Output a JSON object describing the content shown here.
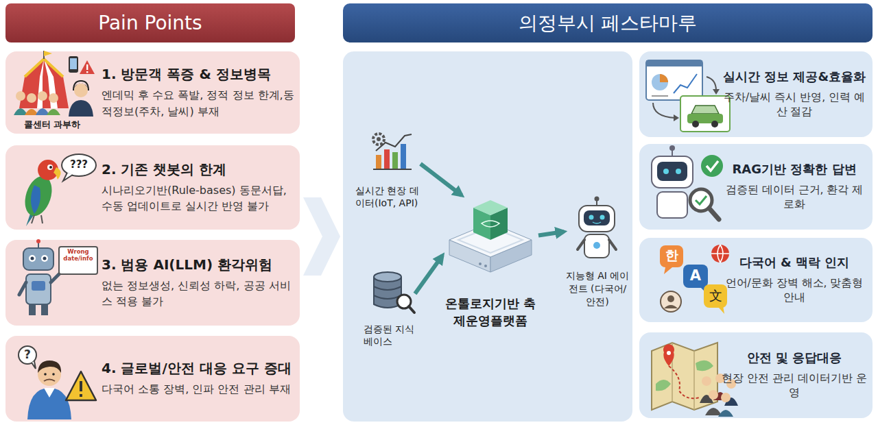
{
  "diagram": {
    "nodes": [
      {
        "text": [
          "Pain Points"
        ]
      },
      {
        "text": [
          "1. 방문객 폭증 & 정보병목",
          "엔데믹 후 수요 폭발, 정적 정보 한계,동적정보(주차, 날씨) 부재",
          "콜센터 과부하"
        ]
      },
      {
        "text": [
          "2. 기존 챗봇의 한계",
          "시나리오기반(Rule-bases) 동문서답, 수동 업데이트로 실시간 반영 불가"
        ]
      },
      {
        "text": [
          "3. 범용 AI(LLM) 환각위험",
          "없는 정보생성, 신뢰성 하락, 공공 서비스 적용 불가"
        ]
      },
      {
        "text": [
          "4. 글로벌/안전 대응 요구 증대",
          "다국어 소통 장벽, 인파 안전 관리 부재"
        ]
      },
      {
        "text": [
          "의정부시 페스타마루"
        ]
      },
      {
        "text": [
          "실시간 현장 데이터(IoT, API)"
        ]
      },
      {
        "text": [
          "검증된 지식베이스"
        ]
      },
      {
        "text": [
          "온톨로지기반 축제운영플랫폼"
        ]
      },
      {
        "text": [
          "지능형 AI 에이전트 (다국어/안전)"
        ]
      },
      {
        "text": [
          "실시간 정보 제공&효율화",
          "주차/날씨 즉시 반영, 인력 예산 절감"
        ]
      },
      {
        "text": [
          "RAG기반 정확한 답변",
          "검증된 데이터 근거, 환각 제로화"
        ]
      },
      {
        "text": [
          "다국어 & 맥락 인지",
          "언어/문화 장벽 해소, 맞춤형 안내"
        ]
      },
      {
        "text": [
          "안전 및 응답대응",
          "현장 안전 관리 데이터기반 운영"
        ]
      }
    ],
    "edges": [
      {
        "from": 6,
        "to": 8,
        "arrow": "to"
      },
      {
        "from": 7,
        "to": 8,
        "arrow": "to"
      },
      {
        "from": 8,
        "to": 9,
        "arrow": "to"
      }
    ],
    "labels": [
      "???",
      "Wrong date/info",
      "한",
      "A",
      "文",
      "?"
    ]
  }
}
